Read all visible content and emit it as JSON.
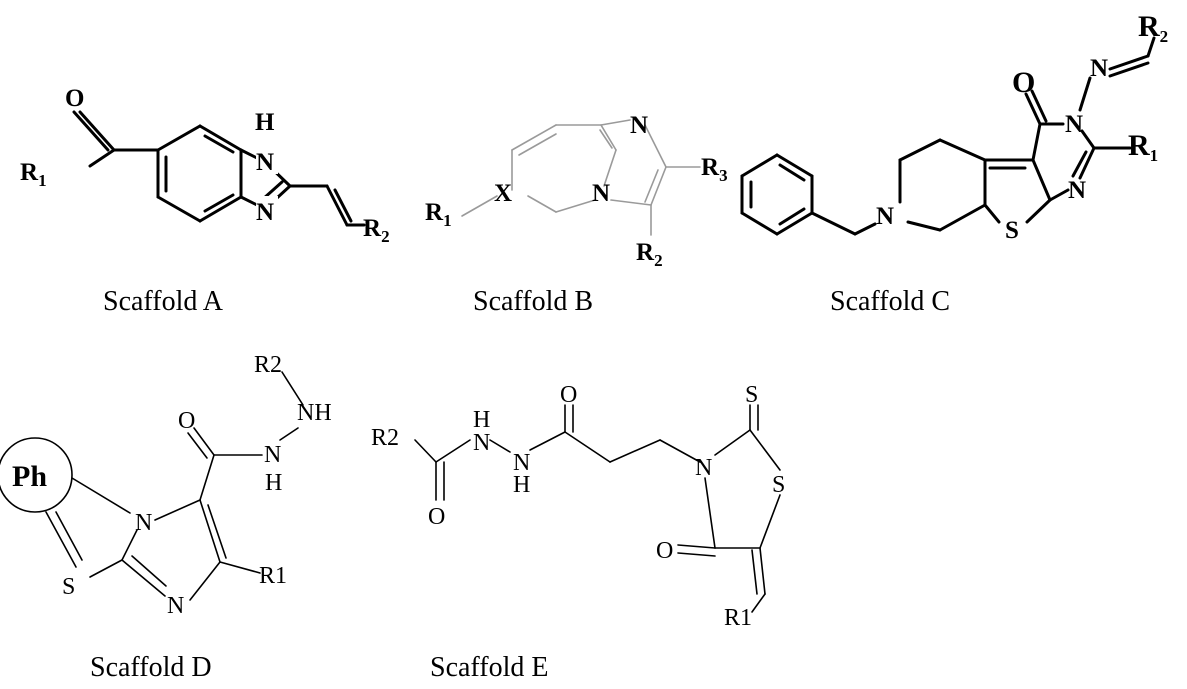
{
  "scaffolds": [
    {
      "caption": "Scaffold A",
      "atoms": {
        "O": "O",
        "H": "H",
        "N1": "N",
        "N2": "N",
        "R1": "R",
        "R1_sub": "1",
        "R2": "R",
        "R2_sub": "2"
      }
    },
    {
      "caption": "Scaffold B",
      "atoms": {
        "N1": "N",
        "N2": "N",
        "X": "X",
        "R1": "R",
        "R1_sub": "1",
        "R2": "R",
        "R2_sub": "2",
        "R3": "R",
        "R3_sub": "3"
      }
    },
    {
      "caption": "Scaffold C",
      "atoms": {
        "O": "O",
        "N_imine": "N",
        "N_ring1": "N",
        "N_ring2": "N",
        "N_pip": "N",
        "S": "S",
        "R1": "R",
        "R1_sub": "1",
        "R2": "R",
        "R2_sub": "2"
      }
    },
    {
      "caption": "Scaffold D",
      "atoms": {
        "Ph": "Ph",
        "S": "S",
        "N1": "N",
        "N2": "N",
        "O": "O",
        "NH1": "NH",
        "N_h": "N",
        "H": "H",
        "R1": "R1",
        "R2": "R2"
      }
    },
    {
      "caption": "Scaffold E",
      "atoms": {
        "R2": "R2",
        "H1": "H",
        "N1": "N",
        "N2": "N",
        "H2": "H",
        "O1": "O",
        "O2": "O",
        "N3": "N",
        "S1": "S",
        "S2": "S",
        "O3": "O",
        "R1": "R1"
      }
    }
  ]
}
